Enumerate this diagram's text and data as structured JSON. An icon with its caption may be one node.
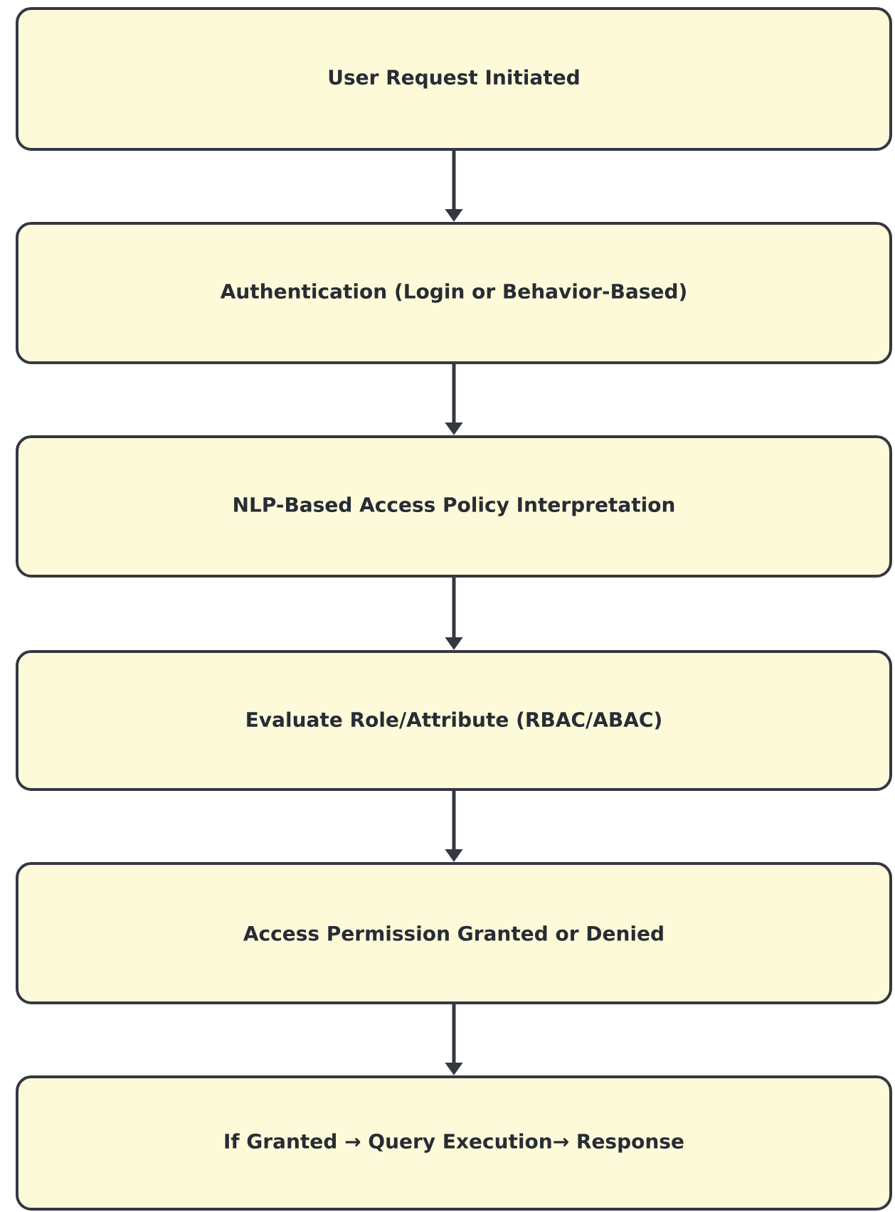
{
  "diagram": {
    "nodes": [
      {
        "text": [
          "User Request Initiated"
        ]
      },
      {
        "text": [
          "Authentication (Login or Behavior-Based)"
        ]
      },
      {
        "text": [
          "NLP-Based Access Policy Interpretation"
        ]
      },
      {
        "text": [
          "Evaluate Role/Attribute (RBAC/ABAC)"
        ]
      },
      {
        "text": [
          "Access Permission Granted or Denied"
        ]
      },
      {
        "text": [
          "If Granted → Query Execution→ Response"
        ]
      }
    ],
    "edges": [
      {
        "from": 0,
        "to": 1,
        "arrow": "to"
      },
      {
        "from": 1,
        "to": 2,
        "arrow": "to"
      },
      {
        "from": 2,
        "to": 3,
        "arrow": "to"
      },
      {
        "from": 3,
        "to": 4,
        "arrow": "to"
      },
      {
        "from": 4,
        "to": 5,
        "arrow": "to"
      }
    ]
  }
}
